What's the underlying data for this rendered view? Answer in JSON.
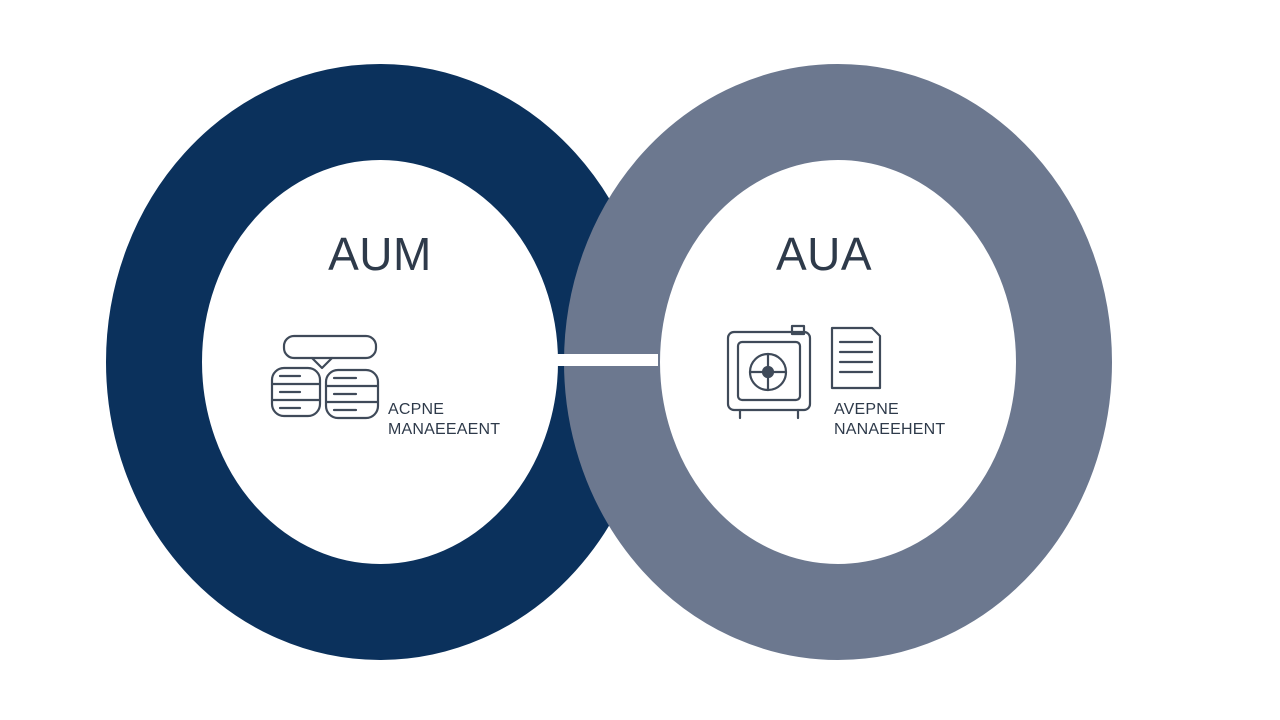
{
  "colors": {
    "background": "#ffffff",
    "ring_left": "#0b315c",
    "ring_right": "#6c788f",
    "text": "#2e3a4a",
    "icon": "#3f4a59"
  },
  "left": {
    "title": "AUM",
    "caption_line1": "ACPNE",
    "caption_line2": "MANAEEAENT",
    "icons": [
      "speech-bubble-icon",
      "server-icon",
      "server-icon"
    ]
  },
  "right": {
    "title": "AUA",
    "caption_line1": "AVEPNE",
    "caption_line2": "NANAEEHENT",
    "icons": [
      "safe-icon",
      "document-icon"
    ]
  }
}
